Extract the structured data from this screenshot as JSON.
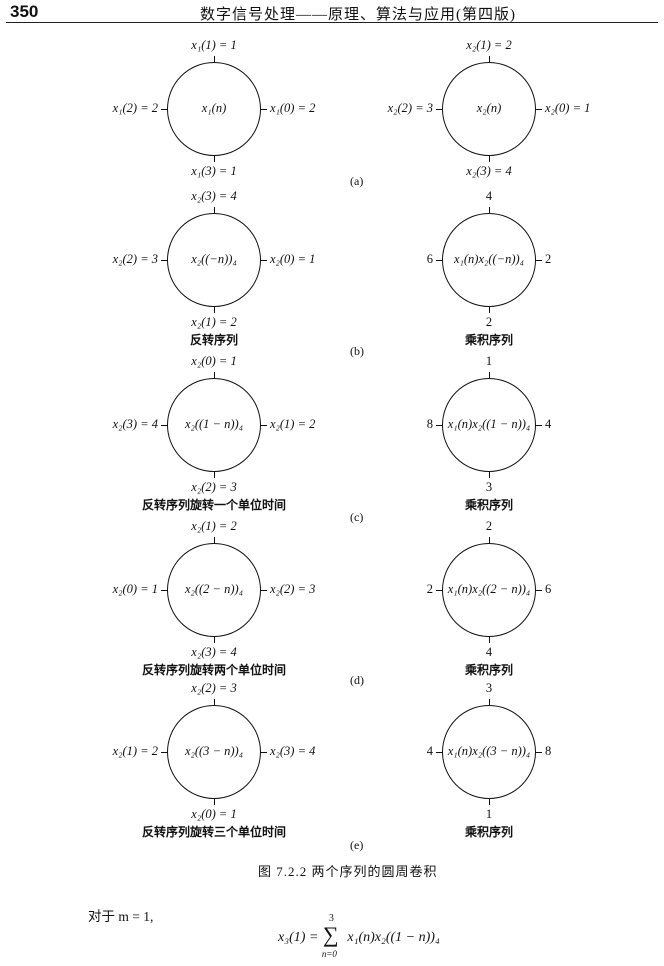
{
  "page": {
    "number": "350",
    "running_head": "数字信号处理——原理、算法与应用(第四版)"
  },
  "panels": {
    "a": {
      "tag": "(a)",
      "left": {
        "center": "x₁(n)",
        "top": "x₁(1) = 1",
        "right": "x₁(0) = 2",
        "bottom": "x₁(3) = 1",
        "left": "x₁(2) = 2"
      },
      "right": {
        "center": "x₂(n)",
        "top": "x₂(1) = 2",
        "right": "x₂(0) = 1",
        "bottom": "x₂(3) = 4",
        "left": "x₂(2) = 3"
      }
    },
    "b": {
      "tag": "(b)",
      "left": {
        "center": "x₂((−n))₄",
        "top": "x₂(3) = 4",
        "right": "x₂(0) = 1",
        "bottom": "x₂(1) = 2",
        "left": "x₂(2) = 3",
        "caption": "反转序列"
      },
      "right": {
        "center": "x₁(n)x₂((−n))₄",
        "top": "4",
        "right": "2",
        "bottom": "2",
        "left": "6",
        "caption": "乘积序列"
      }
    },
    "c": {
      "tag": "(c)",
      "left": {
        "center": "x₂((1 − n))₄",
        "top": "x₂(0) = 1",
        "right": "x₂(1) = 2",
        "bottom": "x₂(2) = 3",
        "left": "x₂(3) = 4",
        "caption": "反转序列旋转一个单位时间"
      },
      "right": {
        "center": "x₁(n)x₂((1 − n))₄",
        "top": "1",
        "right": "4",
        "bottom": "3",
        "left": "8",
        "caption": "乘积序列"
      }
    },
    "d": {
      "tag": "(d)",
      "left": {
        "center": "x₂((2 − n))₄",
        "top": "x₂(1) = 2",
        "right": "x₂(2) = 3",
        "bottom": "x₂(3) = 4",
        "left": "x₂(0) = 1",
        "caption": "反转序列旋转两个单位时间"
      },
      "right": {
        "center": "x₁(n)x₂((2 − n))₄",
        "top": "2",
        "right": "6",
        "bottom": "4",
        "left": "2",
        "caption": "乘积序列"
      }
    },
    "e": {
      "tag": "(e)",
      "left": {
        "center": "x₂((3 − n))₄",
        "top": "x₂(2) = 3",
        "right": "x₂(3) = 4",
        "bottom": "x₂(0) = 1",
        "left": "x₂(1) = 2",
        "caption": "反转序列旋转三个单位时间"
      },
      "right": {
        "center": "x₁(n)x₂((3 − n))₄",
        "top": "3",
        "right": "8",
        "bottom": "1",
        "left": "4",
        "caption": "乘积序列"
      }
    }
  },
  "figure_caption": "图 7.2.2   两个序列的圆周卷积",
  "body_text": "对于 m = 1,",
  "equation": {
    "lhs": "x₃(1) = ",
    "sum_top": "3",
    "sigma": "∑",
    "sum_bottom": "n=0",
    "rhs": "x₁(n)x₂((1 − n))₄"
  }
}
